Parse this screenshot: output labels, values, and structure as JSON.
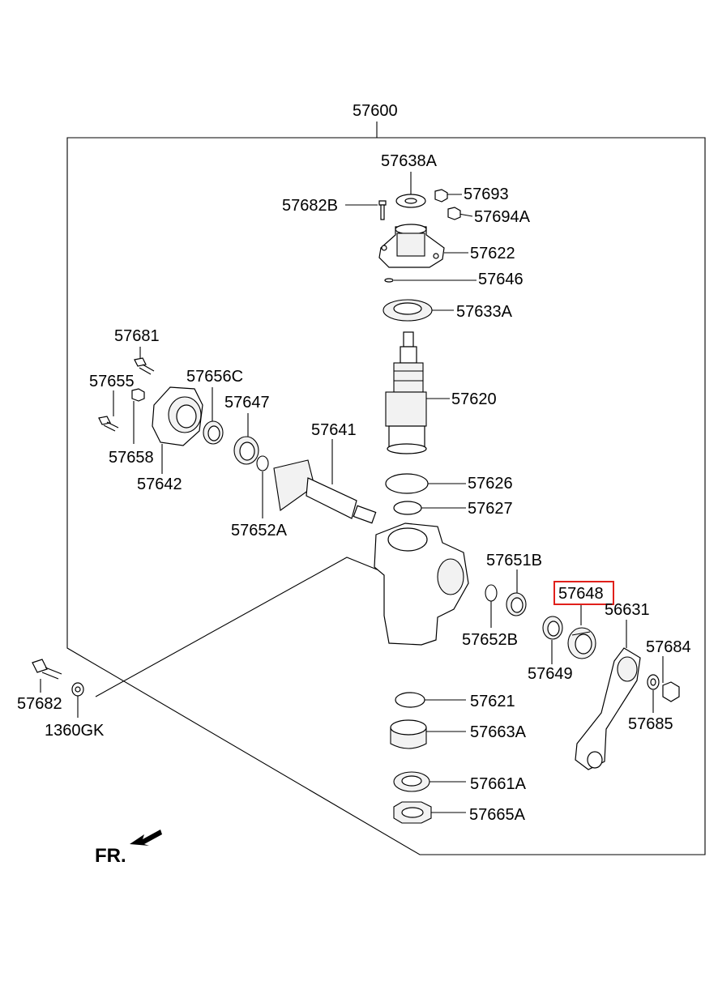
{
  "assembly_label": "57600",
  "direction_label": "FR.",
  "highlight_color": "#e0201b",
  "highlighted_part": "57648",
  "callouts": {
    "c57638A": "57638A",
    "c57682B": "57682B",
    "c57693": "57693",
    "c57694A": "57694A",
    "c57622": "57622",
    "c57646": "57646",
    "c57633A": "57633A",
    "c57681": "57681",
    "c57655": "57655",
    "c57656C": "57656C",
    "c57647": "57647",
    "c57620": "57620",
    "c57641": "57641",
    "c57658": "57658",
    "c57642": "57642",
    "c57626": "57626",
    "c57627": "57627",
    "c57652A": "57652A",
    "c57651B": "57651B",
    "c57648": "57648",
    "c56631": "56631",
    "c57652B": "57652B",
    "c57684": "57684",
    "c57649": "57649",
    "c57682": "57682",
    "c57621": "57621",
    "c57685": "57685",
    "c1360GK": "1360GK",
    "c57663A": "57663A",
    "c57661A": "57661A",
    "c57665A": "57665A"
  }
}
